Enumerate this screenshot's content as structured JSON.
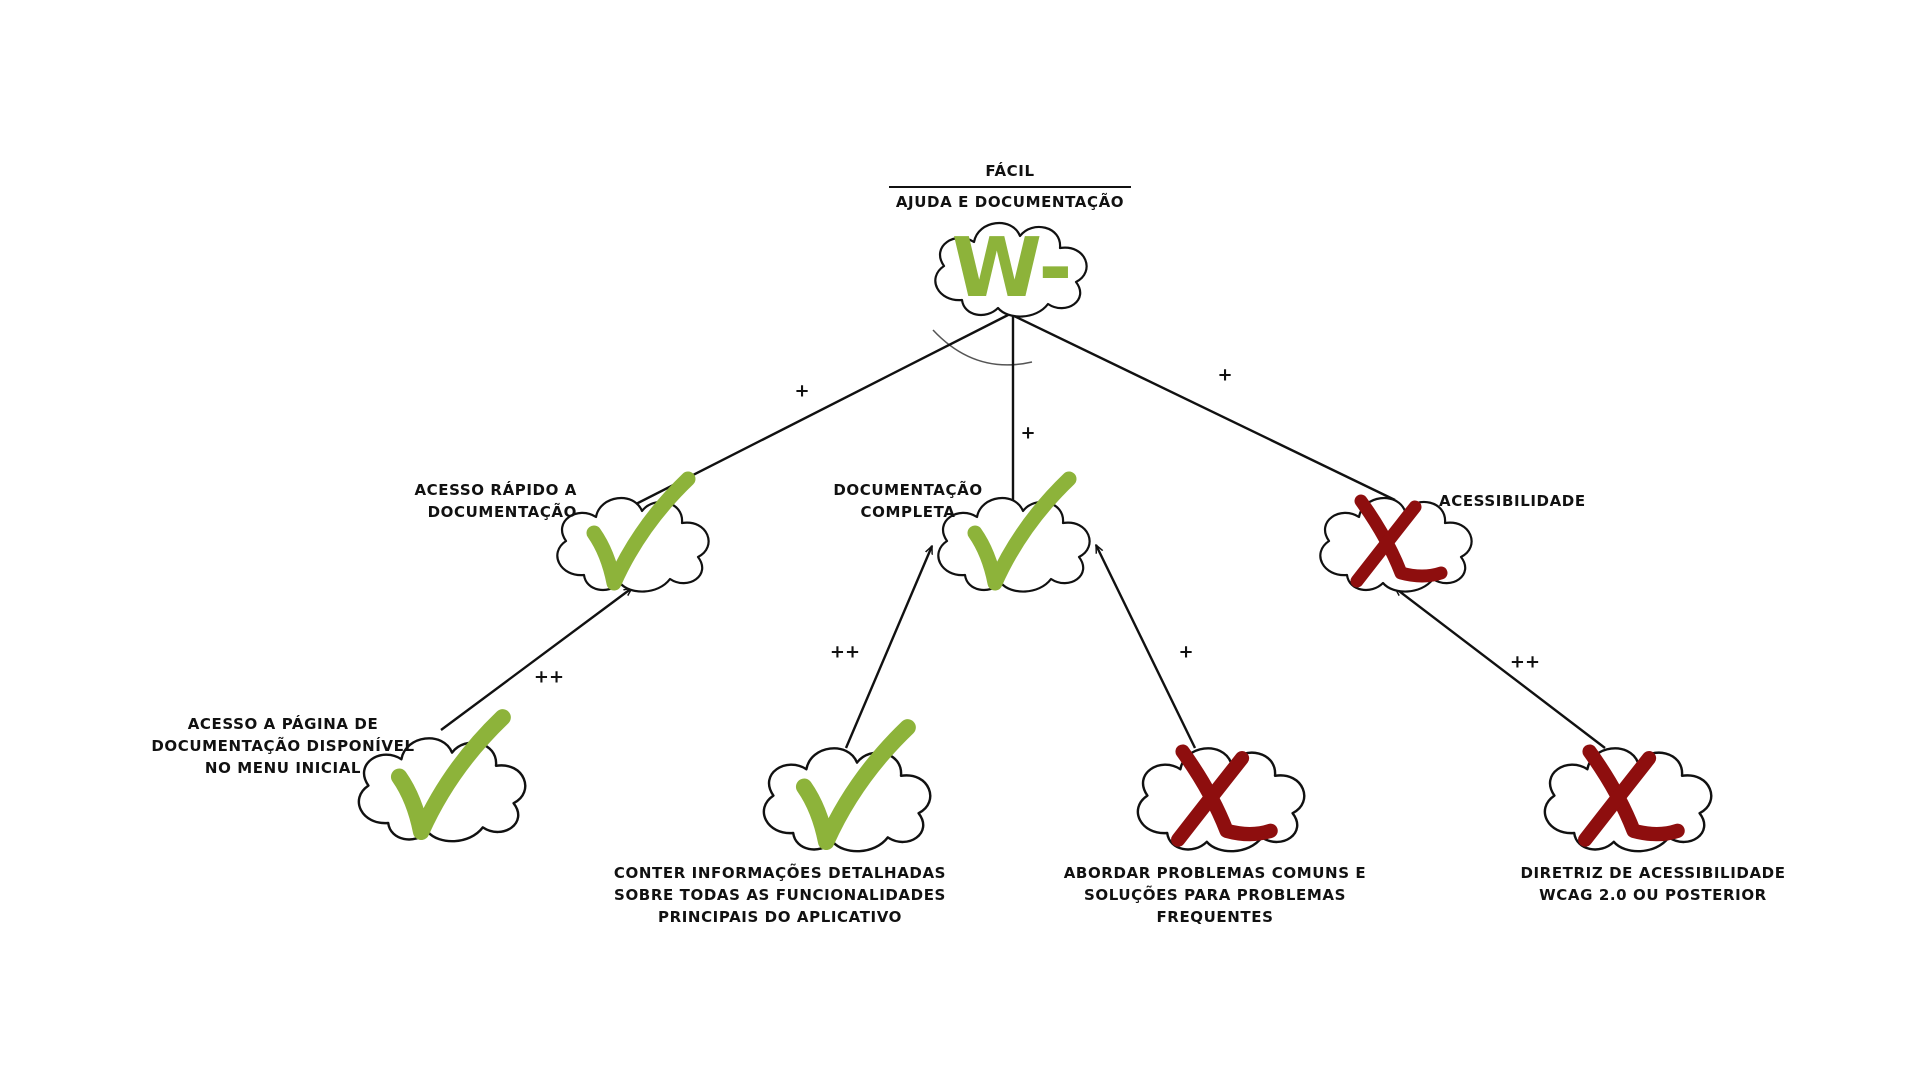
{
  "colors": {
    "satisfied": "#8db33a",
    "denied": "#8e0e0e",
    "line": "#111111",
    "cloud_fill": "#ffffff",
    "cloud_stroke": "#111111"
  },
  "root": {
    "goal_type": "FÁCIL",
    "goal_name": "AJUDA E DOCUMENTAÇÃO",
    "status": "W-",
    "status_icon": "weakly-denied-mark"
  },
  "nodes": [
    {
      "id": "acesso-rapido",
      "lines": [
        "ACESSO RÁPIDO A",
        "DOCUMENTAÇÃO"
      ],
      "status": "satisfied",
      "icon": "check-icon"
    },
    {
      "id": "documentacao-completa",
      "lines": [
        "DOCUMENTAÇÃO",
        "COMPLETA"
      ],
      "status": "satisfied",
      "icon": "check-icon"
    },
    {
      "id": "acessibilidade",
      "lines": [
        "ACESSIBILIDADE"
      ],
      "status": "denied",
      "icon": "x-icon"
    },
    {
      "id": "acesso-pagina",
      "lines": [
        "ACESSO A PÁGINA DE",
        "DOCUMENTAÇÃO DISPONÍVEL",
        "NO MENU INICIAL"
      ],
      "status": "satisfied",
      "icon": "check-icon"
    },
    {
      "id": "conter-informacoes",
      "lines": [
        "CONTER INFORMAÇÕES DETALHADAS",
        "SOBRE TODAS AS FUNCIONALIDADES",
        "PRINCIPAIS DO APLICATIVO"
      ],
      "status": "satisfied",
      "icon": "check-icon"
    },
    {
      "id": "abordar-problemas",
      "lines": [
        "ABORDAR PROBLEMAS COMUNS E",
        "SOLUÇÕES PARA PROBLEMAS",
        "FREQUENTES"
      ],
      "status": "denied",
      "icon": "x-icon"
    },
    {
      "id": "diretriz-acessibilidade",
      "lines": [
        "DIRETRIZ DE ACESSIBILIDADE",
        "WCAG 2.0 OU POSTERIOR"
      ],
      "status": "denied",
      "icon": "x-icon"
    }
  ],
  "links": [
    {
      "from": "acesso-rapido",
      "to": "root",
      "sign": "+"
    },
    {
      "from": "documentacao-completa",
      "to": "root",
      "sign": "+"
    },
    {
      "from": "acessibilidade",
      "to": "root",
      "sign": "+"
    },
    {
      "from": "acesso-pagina",
      "to": "acesso-rapido",
      "sign": "++"
    },
    {
      "from": "conter-informacoes",
      "to": "documentacao-completa",
      "sign": "++"
    },
    {
      "from": "abordar-problemas",
      "to": "documentacao-completa",
      "sign": "+"
    },
    {
      "from": "diretriz-acessibilidade",
      "to": "acessibilidade",
      "sign": "++"
    }
  ]
}
